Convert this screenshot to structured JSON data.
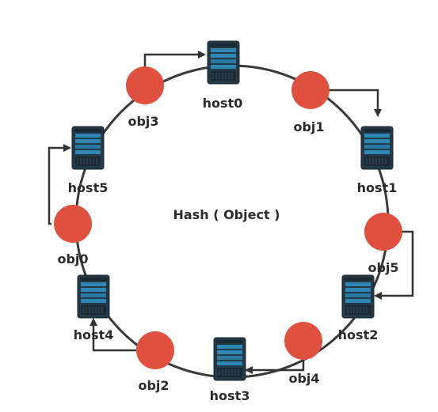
{
  "diagram": {
    "center_label": "Hash ( Object )",
    "colors": {
      "ring": "#3a3a3a",
      "object": "#e0503f",
      "server_body": "#243845",
      "server_panel": "#2f87b5",
      "arrow": "#333333"
    },
    "hosts": [
      {
        "id": "host0",
        "label": "host0",
        "icon": "server-icon"
      },
      {
        "id": "host1",
        "label": "host1",
        "icon": "server-icon"
      },
      {
        "id": "host2",
        "label": "host2",
        "icon": "server-icon"
      },
      {
        "id": "host3",
        "label": "host3",
        "icon": "server-icon"
      },
      {
        "id": "host4",
        "label": "host4",
        "icon": "server-icon"
      },
      {
        "id": "host5",
        "label": "host5",
        "icon": "server-icon"
      }
    ],
    "objects": [
      {
        "id": "obj0",
        "label": "obj0",
        "maps_to": "host5"
      },
      {
        "id": "obj1",
        "label": "obj1",
        "maps_to": "host1"
      },
      {
        "id": "obj2",
        "label": "obj2",
        "maps_to": "host4"
      },
      {
        "id": "obj3",
        "label": "obj3",
        "maps_to": "host0"
      },
      {
        "id": "obj4",
        "label": "obj4",
        "maps_to": "host3"
      },
      {
        "id": "obj5",
        "label": "obj5",
        "maps_to": "host2"
      }
    ]
  }
}
